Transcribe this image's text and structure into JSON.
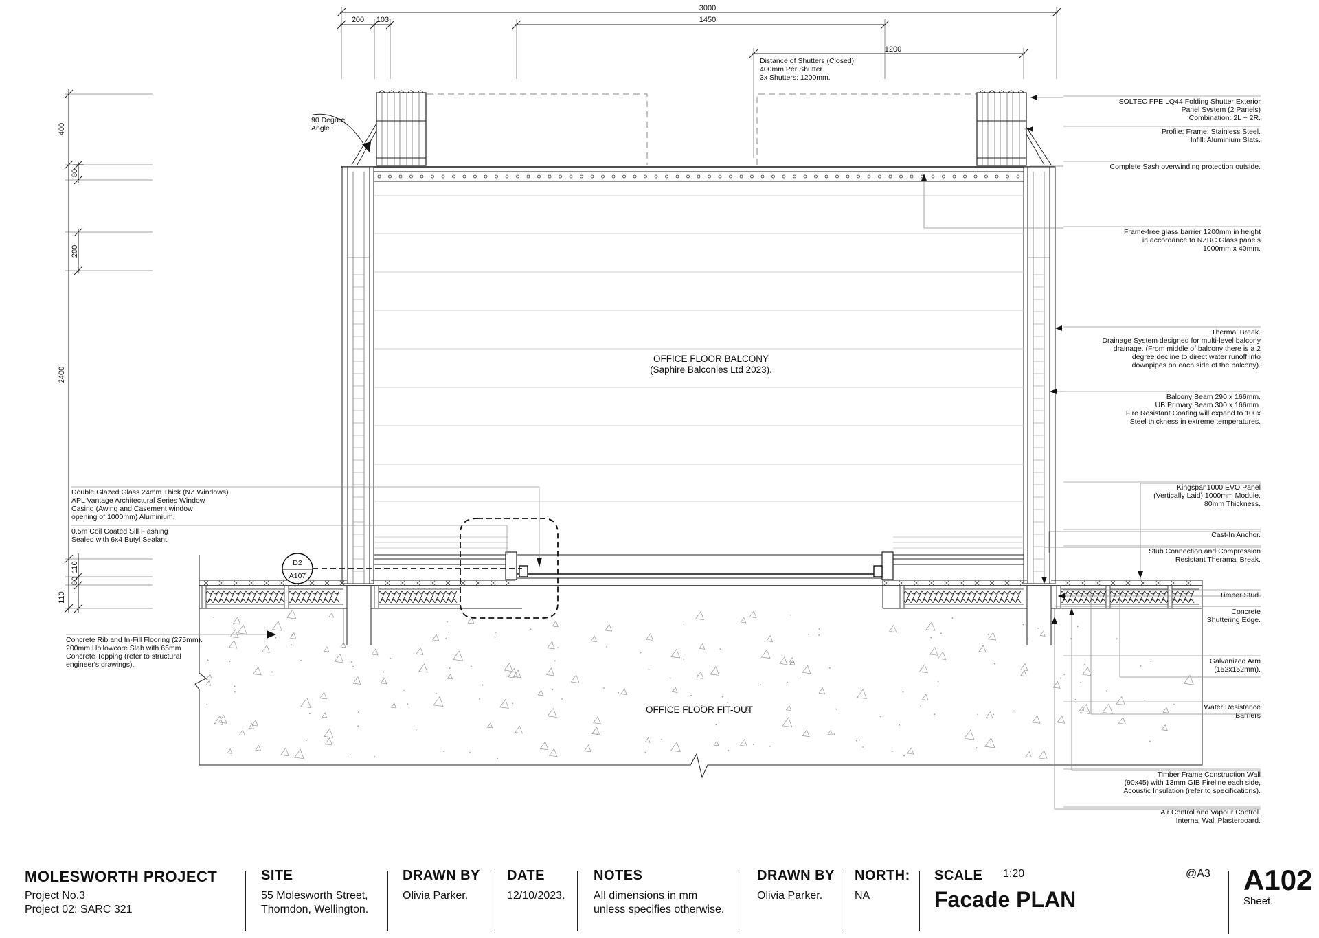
{
  "dimensions": {
    "overall": "3000",
    "d200": "200",
    "d103": "103",
    "d1450": "1450",
    "d1200": "1200",
    "v400": "400",
    "v80": "80",
    "v200": "200",
    "v2400": "2400",
    "v110a": "110",
    "v80b": "80",
    "v110b": "110"
  },
  "labels": {
    "angle": [
      "90 Degree",
      "Angle."
    ],
    "shutter_distance": [
      "Distance of Shutters (Closed):",
      "400mm Per Shutter.",
      "3x Shutters: 1200mm."
    ],
    "balcony": [
      "OFFICE FLOOR BALCONY",
      "(Saphire Balconies Ltd 2023)."
    ],
    "fitout": "OFFICE FLOOR FIT-OUT",
    "detail_ref_top": "D2",
    "detail_ref_bottom": "A107"
  },
  "left_notes": {
    "glass": [
      "Double Glazed Glass 24mm Thick (NZ Windows).",
      "APL Vantage Architectural Series Window",
      "Casing (Awing and Casement window",
      "opening of 1000mm) Aluminium."
    ],
    "sill": [
      "0.5m Coil Coated Sill Flashing",
      "Sealed with 6x4 Butyl Sealant."
    ],
    "concrete": [
      "Concrete Rib and In-Fill Flooring (275mm).",
      "200mm Hollowcore Slab with 65mm",
      "Concrete Topping (refer to structural",
      "engineer's drawings)."
    ]
  },
  "right_notes": [
    {
      "lines": [
        "SOLTEC FPE LQ44 Folding Shutter Exterior",
        "Panel System (2 Panels)",
        "Combination: 2L + 2R."
      ]
    },
    {
      "lines": [
        "Profile: Frame: Stainless Steel.",
        "Infill: Aluminium Slats."
      ]
    },
    {
      "lines": [
        "Complete Sash overwinding protection outside."
      ]
    },
    {
      "lines": [
        "Frame-free glass barrier 1200mm in height",
        "in accordance to NZBC Glass panels",
        "1000mm x 40mm."
      ]
    },
    {
      "lines": [
        "Thermal Break.",
        "Drainage System designed for multi-level balcony",
        "drainage. (From middle of balcony there is a 2",
        "degree decline to direct water runoff into",
        "downpipes on each side of the balcony)."
      ]
    },
    {
      "lines": [
        "Balcony Beam 290 x 166mm.",
        "UB Primary Beam 300 x 166mm.",
        "Fire Resistant Coating will expand to 100x",
        "Steel thickness in extreme temperatures."
      ]
    },
    {
      "lines": [
        "Kingspan1000 EVO Panel",
        "(Vertically Laid) 1000mm Module.",
        "80mm Thickness."
      ]
    },
    {
      "lines": [
        "Cast-In Anchor."
      ]
    },
    {
      "lines": [
        "Stub Connection and Compression",
        "Resistant Theramal Break."
      ]
    },
    {
      "lines": [
        "Timber Stud."
      ]
    },
    {
      "lines": [
        "Concrete",
        "Shuttering Edge."
      ]
    },
    {
      "lines": [
        "Galvanized Arm",
        "(152x152mm)."
      ]
    },
    {
      "lines": [
        "Water Resistance",
        "Barriers"
      ]
    },
    {
      "lines": [
        "Timber Frame Construction Wall",
        "(90x45) with 13mm GIB Fireline each side,",
        "Acoustic Insulation (refer to specifications)."
      ]
    },
    {
      "lines": [
        "Air Control and Vapour Control.",
        "Internal Wall Plasterboard."
      ]
    }
  ],
  "title_block": {
    "project": {
      "head": "MOLESWORTH PROJECT",
      "line1": "Project No.3",
      "line2": "Project 02: SARC 321"
    },
    "site": {
      "head": "SITE",
      "line1": "55 Molesworth Street,",
      "line2": "Thorndon, Wellington."
    },
    "drawn_by_1": {
      "head": "DRAWN BY",
      "line1": "Olivia Parker."
    },
    "date": {
      "head": "DATE",
      "line1": "12/10/2023."
    },
    "notes": {
      "head": "NOTES",
      "line1": "All dimensions in mm",
      "line2": "unless specifies otherwise."
    },
    "drawn_by_2": {
      "head": "DRAWN BY",
      "line1": "Olivia Parker."
    },
    "north": {
      "head": "NORTH:",
      "line1": "NA"
    },
    "scale": {
      "head": "SCALE",
      "value": "1:20",
      "title": "Facade PLAN"
    },
    "paper": "@A3",
    "sheet": {
      "number": "A102",
      "label": "Sheet."
    }
  }
}
